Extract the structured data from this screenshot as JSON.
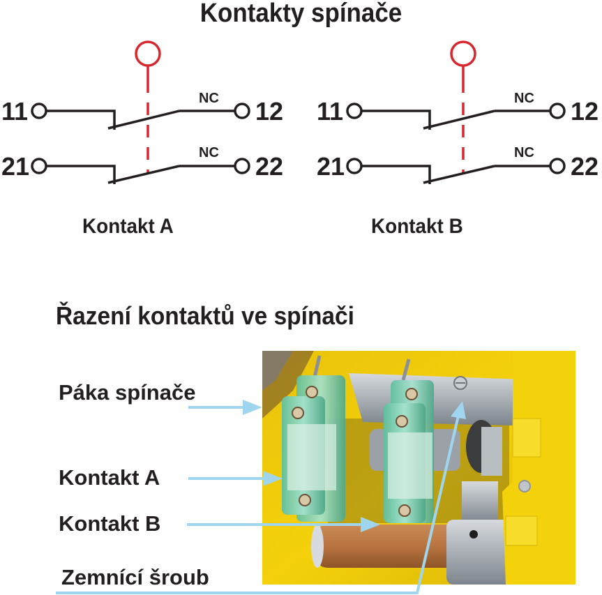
{
  "header": {
    "title": "Kontakty spínače"
  },
  "diagram": {
    "contacts": [
      {
        "caption": "Kontakt A",
        "rows": [
          {
            "left_terminal": "11",
            "right_terminal": "12",
            "type": "NC"
          },
          {
            "left_terminal": "21",
            "right_terminal": "22",
            "type": "NC"
          }
        ]
      },
      {
        "caption": "Kontakt B",
        "rows": [
          {
            "left_terminal": "11",
            "right_terminal": "12",
            "type": "NC"
          },
          {
            "left_terminal": "21",
            "right_terminal": "22",
            "type": "NC"
          }
        ]
      }
    ],
    "colors": {
      "wire": "#231f20",
      "actuator": "#d7282f"
    }
  },
  "photo_section": {
    "title": "Řazení kontaktů ve spínači",
    "callouts": [
      {
        "id": "lever",
        "label": "Páka spínače"
      },
      {
        "id": "contact-a",
        "label": "Kontakt A"
      },
      {
        "id": "contact-b",
        "label": "Kontakt B"
      },
      {
        "id": "ground-screw",
        "label": "Zemnící šroub"
      }
    ],
    "colors": {
      "arrow": "#9fd5ee",
      "housing": "#f2cf0a",
      "contact_block": "#7fd3b5"
    }
  }
}
